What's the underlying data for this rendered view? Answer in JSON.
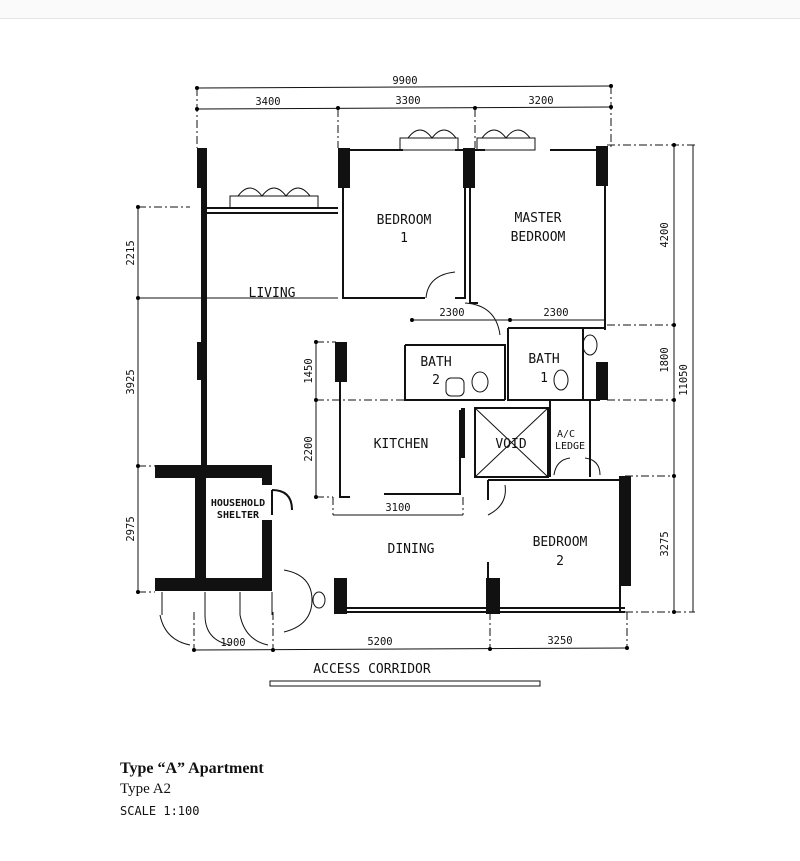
{
  "dimensions": {
    "overall_width": "9900",
    "top_segments": [
      "3400",
      "3300",
      "3200"
    ],
    "overall_depth": "11050",
    "right_segments": [
      "4200",
      "1800",
      "3275"
    ],
    "left_segments": [
      "2215",
      "3925",
      "2975"
    ],
    "inner_vertical": [
      "1450",
      "2200"
    ],
    "bath_widths": [
      "2300",
      "2300"
    ],
    "kitchen_width": "3100",
    "bottom_segments": [
      "1900",
      "5200",
      "3250"
    ]
  },
  "rooms": {
    "living": "LIVING",
    "bedroom1": [
      "BEDROOM",
      "1"
    ],
    "master": [
      "MASTER",
      "BEDROOM"
    ],
    "bath2": [
      "BATH",
      "2"
    ],
    "bath1": [
      "BATH",
      "1"
    ],
    "kitchen": "KITCHEN",
    "void": "VOID",
    "ac_ledge": [
      "A/C",
      "LEDGE"
    ],
    "shelter": [
      "HOUSEHOLD",
      "SHELTER"
    ],
    "dining": "DINING",
    "bedroom2": [
      "BEDROOM",
      "2"
    ],
    "corridor": "ACCESS CORRIDOR"
  },
  "caption": {
    "title": "Type “A” Apartment",
    "subtitle": "Type A2",
    "scale": "SCALE 1:100"
  }
}
